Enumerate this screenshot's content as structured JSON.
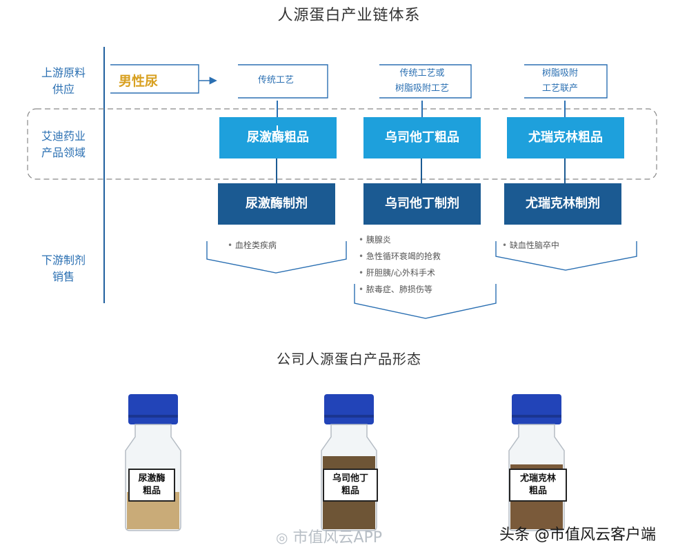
{
  "diagram": {
    "title": "人源蛋白产业链体系",
    "row_labels": {
      "upstream": [
        "上游原料",
        "供应"
      ],
      "company": [
        "艾迪药业",
        "产品领域"
      ],
      "downstream": [
        "下游制剂",
        "销售"
      ]
    },
    "raw_material": "男性尿",
    "processes": [
      [
        "传统工艺"
      ],
      [
        "传统工艺或",
        "树脂吸附工艺"
      ],
      [
        "树脂吸附",
        "工艺联产"
      ]
    ],
    "crude_products": [
      "尿激酶粗品",
      "乌司他丁粗品",
      "尤瑞克林粗品"
    ],
    "preparations": [
      "尿激酶制剂",
      "乌司他丁制剂",
      "尤瑞克林制剂"
    ],
    "indications": [
      [
        "血栓类疾病"
      ],
      [
        "胰腺炎",
        "急性循环衰竭的抢救",
        "肝胆胰/心外科手术",
        "脓毒症、肺损伤等"
      ],
      [
        "缺血性脑卒中"
      ]
    ]
  },
  "products": {
    "title": "公司人源蛋白产品形态",
    "jars": [
      {
        "label": [
          "尿激酶",
          "粗品"
        ],
        "powder_color": "#c9ab78",
        "powder_level": 0.28
      },
      {
        "label": [
          "乌司他丁",
          "粗品"
        ],
        "powder_color": "#6e5536",
        "powder_level": 0.55
      },
      {
        "label": [
          "尤瑞克林",
          "粗品"
        ],
        "powder_color": "#7a5a3a",
        "powder_level": 0.48
      }
    ],
    "cap_color": "#2244b8"
  },
  "watermarks": {
    "app_text": "市值风云APP",
    "source_text": "头条 @市值风云客户端"
  },
  "colors": {
    "crude_box": "#1ea0dc",
    "prep_box": "#1b5a92",
    "label_blue": "#2a6fb2",
    "male_gold": "#d8a020"
  }
}
